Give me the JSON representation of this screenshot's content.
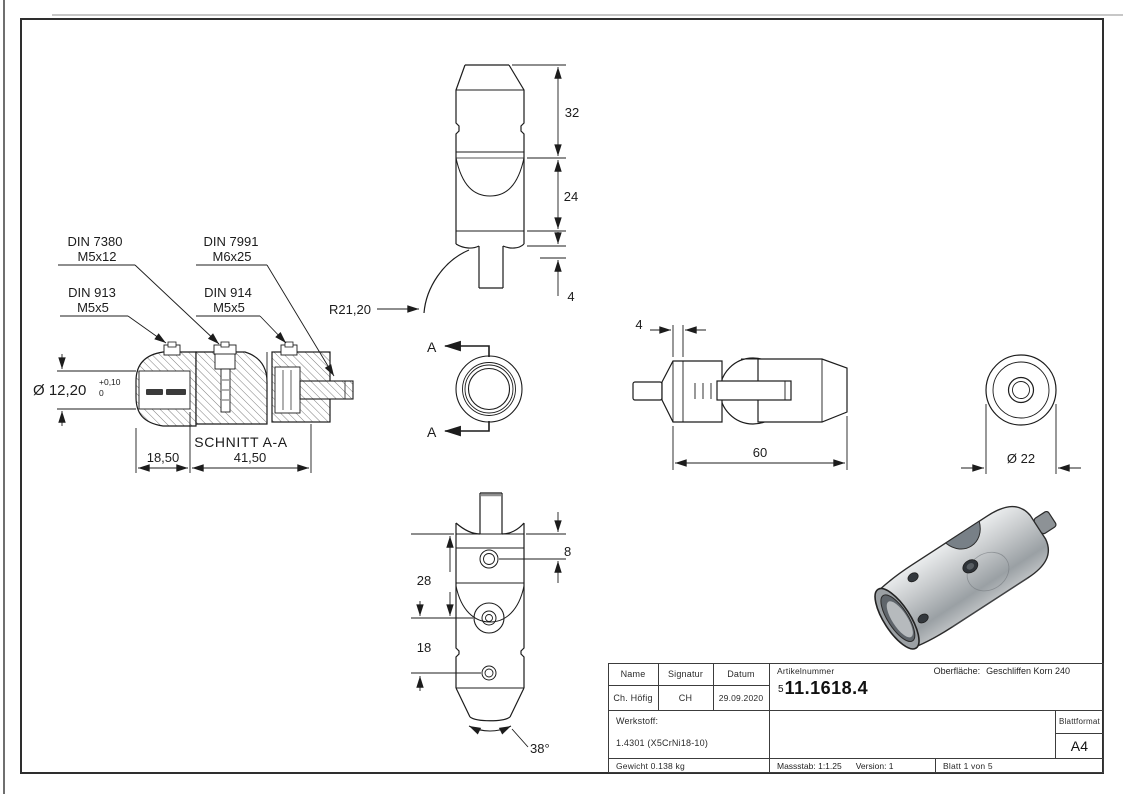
{
  "sheet": {
    "section_view": {
      "title": "SCHNITT A-A",
      "callouts": {
        "din7380": {
          "line1": "DIN 7380",
          "line2": "M5x12"
        },
        "din7991": {
          "line1": "DIN 7991",
          "line2": "M6x25"
        },
        "din913": {
          "line1": "DIN 913",
          "line2": "M5x5"
        },
        "din914": {
          "line1": "DIN 914",
          "line2": "M5x5"
        }
      },
      "dim_bore": "Ø 12,20",
      "dim_bore_tol_plus": "+0,10",
      "dim_bore_tol_minus": "0",
      "dim_len_left": "18,50",
      "dim_len_total": "41,50"
    },
    "top_view": {
      "dim_32": "32",
      "dim_24": "24",
      "dim_4": "4",
      "radius": "R21,20"
    },
    "aa_view": {
      "mark": "A"
    },
    "side_view": {
      "dim_groove": "4",
      "dim_length": "60"
    },
    "end_view": {
      "dim_dia": "Ø 22"
    },
    "front_view": {
      "dim_8": "8",
      "dim_28": "28",
      "dim_18": "18",
      "angle": "38°"
    }
  },
  "title_block": {
    "col_name": "Name",
    "col_signatur": "Signatur",
    "col_datum": "Datum",
    "artikelnummer_label": "Artikelnummer",
    "oberflaeche_label": "Oberfläche:",
    "oberflaeche_value": "Geschliffen Korn 240",
    "name_value": "Ch. Höfig",
    "signatur_value": "CH",
    "datum_value": "29.09.2020",
    "artikelnummer_prefix": "5",
    "artikelnummer_value": "11.1618.4",
    "werkstoff_label": "Werkstoff:",
    "werkstoff_value": "1.4301 (X5CrNi18-10)",
    "blattformat_label": "Blattformat",
    "blattformat_value": "A4",
    "gewicht": "Gewicht 0.138 kg",
    "massstab": "Massstab: 1:1.25",
    "version": "Version: 1",
    "blatt": "Blatt 1 von 5"
  }
}
